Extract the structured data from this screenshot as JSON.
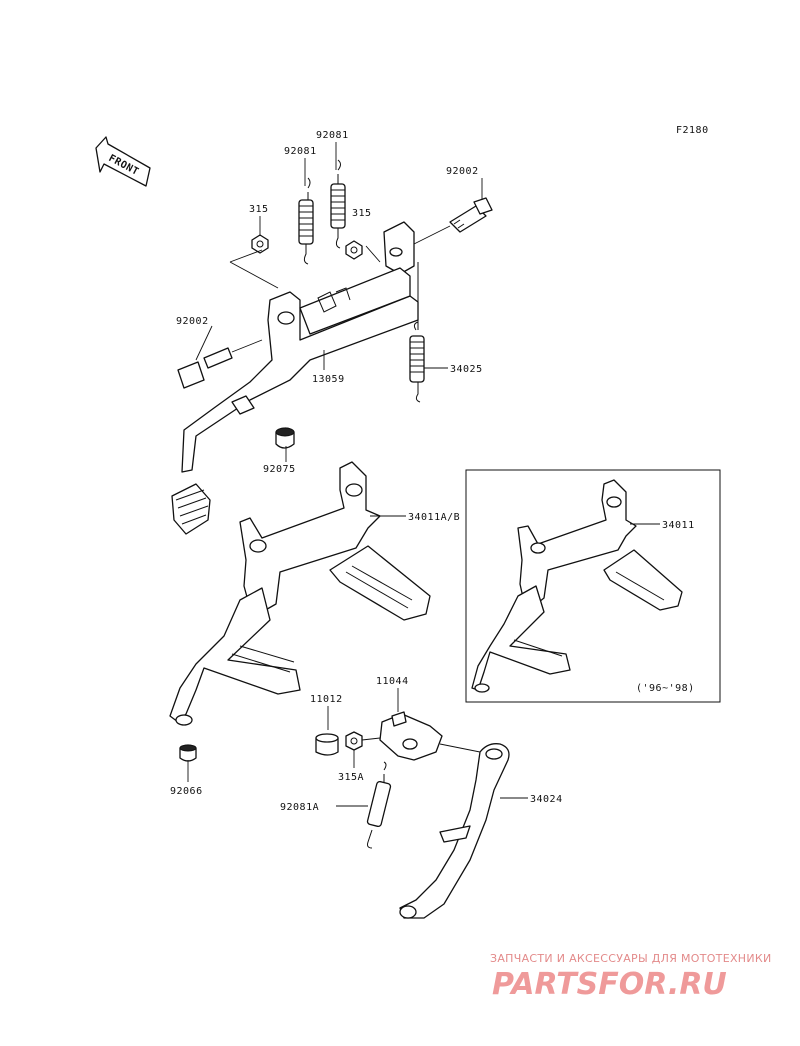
{
  "figure_code": "F2180",
  "front_label": "FRONT",
  "parts": {
    "p92081_upper": "92081",
    "p92081_left": "92081",
    "p315_left": "315",
    "p315_right": "315",
    "p92002_right": "92002",
    "p92002_left": "92002",
    "p13059": "13059",
    "p34025": "34025",
    "p92075": "92075",
    "p34011AB": "34011A/B",
    "p34011": "34011",
    "p11044": "11044",
    "p11012": "11012",
    "p315A": "315A",
    "p92081A": "92081A",
    "p34024": "34024",
    "p92066": "92066"
  },
  "inset_years": "('96~'98)",
  "watermark": {
    "tagline": "ЗАПЧАСТИ И АКСЕССУАРЫ ДЛЯ МОТОТЕХНИКИ",
    "logo": "PARTSFOR.RU"
  }
}
